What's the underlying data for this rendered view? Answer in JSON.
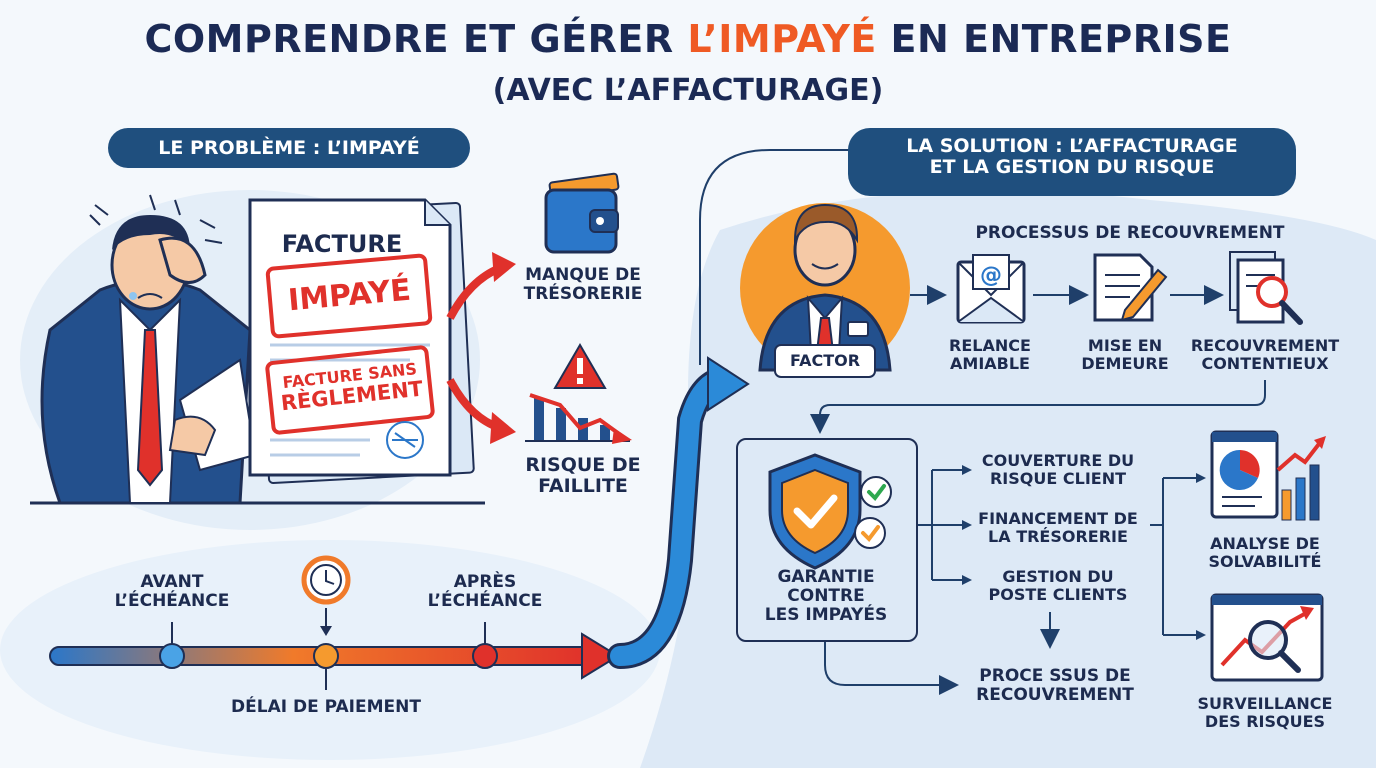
{
  "title": {
    "before": "COMPRENDRE ET GÉRER ",
    "accent": "L’IMPAYÉ",
    "after": " EN ENTREPRISE"
  },
  "subtitle": "(AVEC L’AFFACTURAGE)",
  "problem": {
    "header": "LE PROBLÈME : L’IMPAYÉ",
    "invoice_title": "FACTURE",
    "stamp_unpaid": "IMPAYÉ",
    "stamp_no_payment_1": "FACTURE SANS",
    "stamp_no_payment_2": "RÈGLEMENT",
    "consequence_cash_1": "MANQUE DE",
    "consequence_cash_2": "TRÉSORERIE",
    "consequence_bankrupt_1": "RISQUE DE",
    "consequence_bankrupt_2": "FAILLITE"
  },
  "timeline": {
    "before_1": "AVANT",
    "before_2": "L’ÉCHÉANCE",
    "after_1": "APRÈS",
    "after_2": "L’ÉCHÉANCE",
    "delay": "DÉLAI DE PAIEMENT"
  },
  "solution": {
    "header_1": "LA SOLUTION : L’AFFACTURAGE",
    "header_2": "ET LA GESTION DU RISQUE",
    "factor_label": "FACTOR",
    "process_title": "PROCESSUS DE RECOUVREMENT",
    "steps": [
      {
        "line1": "RELANCE",
        "line2": "AMIABLE"
      },
      {
        "line1": "MISE EN",
        "line2": "DEMEURE"
      },
      {
        "line1": "RECOUVREMENT",
        "line2": "CONTENTIEUX"
      }
    ],
    "guarantee_1": "GARANTIE",
    "guarantee_2": "CONTRE",
    "guarantee_3": "LES IMPAYÉS",
    "services": [
      {
        "line1": "COUVERTURE DU",
        "line2": "RISQUE CLIENT"
      },
      {
        "line1": "FINANCEMENT DE",
        "line2": "LA TRÉSORERIE"
      },
      {
        "line1": "GESTION DU",
        "line2": "POSTE CLIENTS"
      }
    ],
    "recovery_1": "PROCE SSUS DE",
    "recovery_2": "RECOUVREMENT",
    "analysis_1": "ANALYSE DE",
    "analysis_2": "SOLVABILITÉ",
    "monitoring_1": "SURVEILLANCE",
    "monitoring_2": "DES RISQUES"
  },
  "colors": {
    "navy": "#1f4f7e",
    "accent_orange": "#ef5a24",
    "red": "#e0312b",
    "blue": "#2b77c9",
    "timeline_orange": "#f07a2a"
  }
}
